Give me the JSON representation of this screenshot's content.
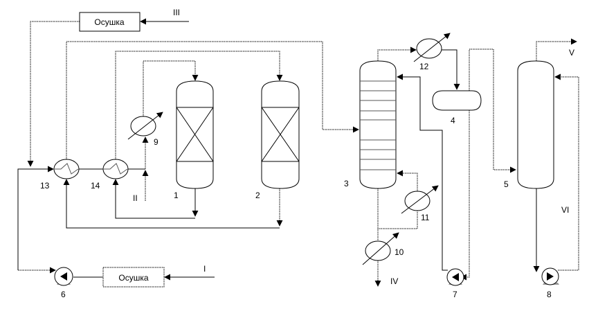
{
  "title": "Технологическая схема",
  "boxes": {
    "dryer_top": "Осушка",
    "dryer_bottom": "Осушка"
  },
  "streams": {
    "i": "I",
    "ii": "II",
    "iii": "III",
    "iv": "IV",
    "v": "V",
    "vi": "VI"
  },
  "equipment_labels": {
    "reactor1": "1",
    "reactor2": "2",
    "column3": "3",
    "separator4": "4",
    "column5": "5",
    "pump6": "6",
    "pump7": "7",
    "pump8": "8",
    "heater9": "9",
    "reboiler10": "10",
    "heater11": "11",
    "condenser12": "12",
    "exchanger13": "13",
    "exchanger14": "14"
  }
}
